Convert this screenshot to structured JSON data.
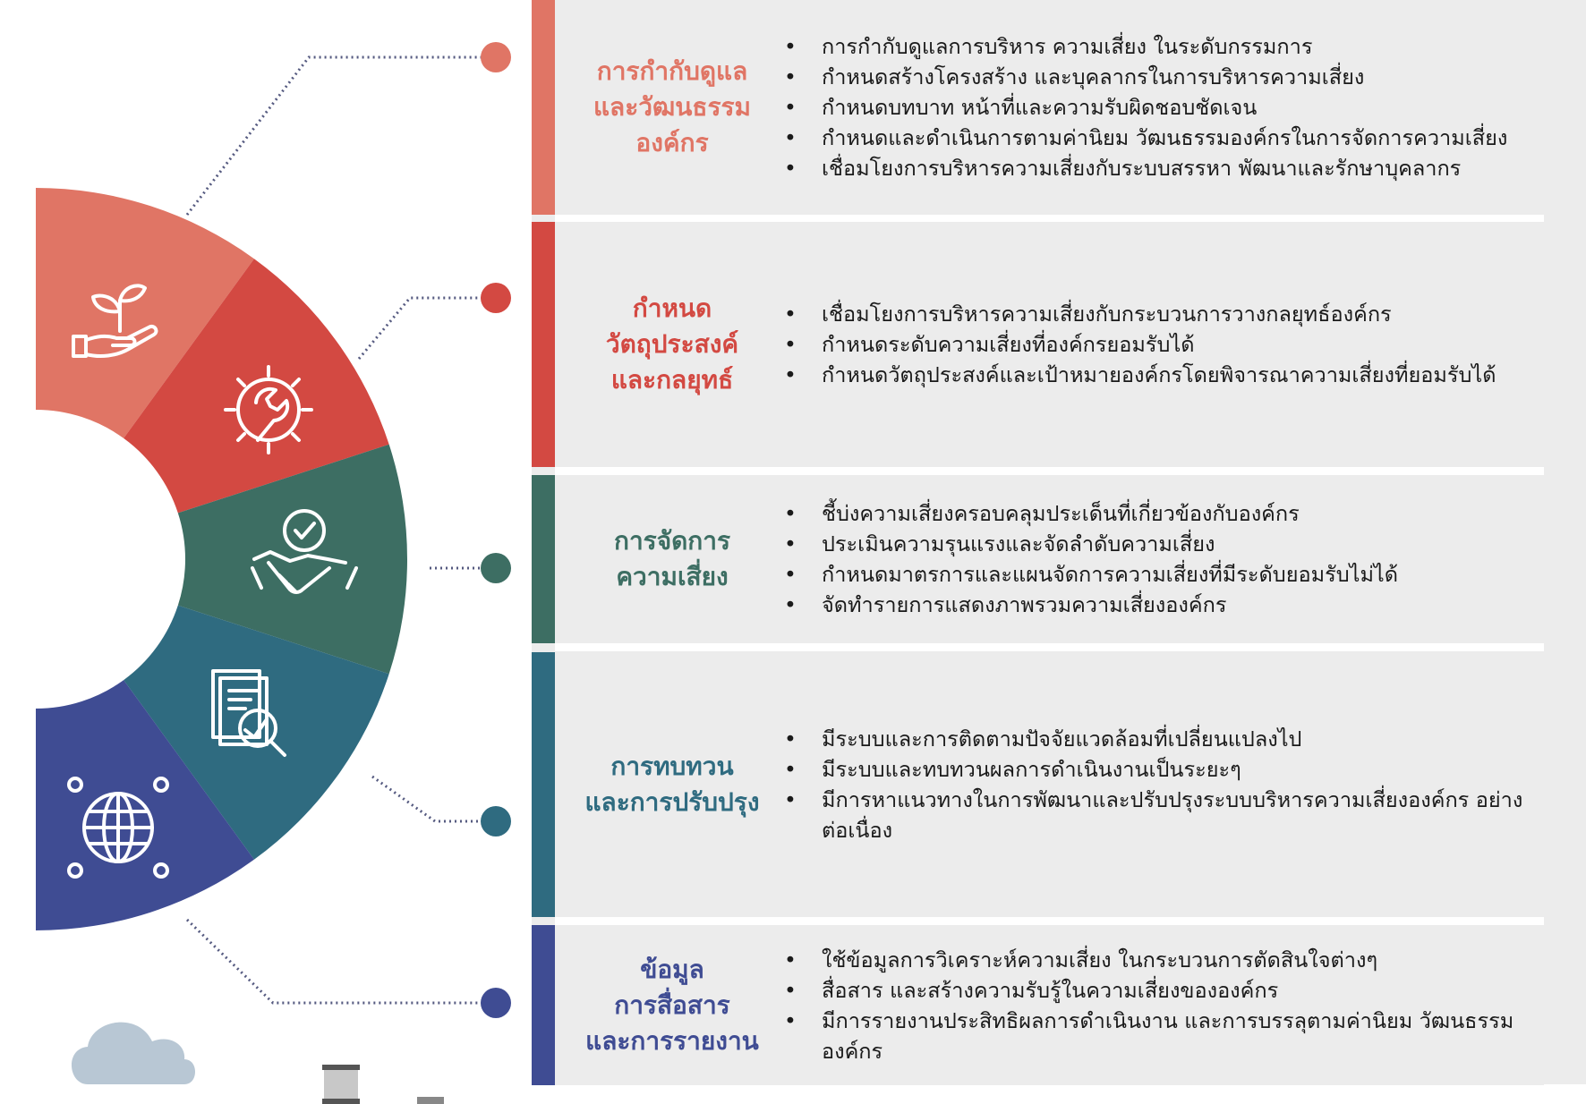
{
  "colors": {
    "governance": "#E07565",
    "objectives": "#D34942",
    "management": "#3D6E63",
    "review": "#2F6B80",
    "communication": "#3F4C93",
    "panel_bg": "#ECECEC",
    "cloud": "#B8C7D4"
  },
  "sections": [
    {
      "title": [
        "การกำกับดูแล",
        "และวัฒนธรรม",
        "องค์กร"
      ],
      "icon": "hand-plant-icon",
      "items": [
        "การกำกับดูแลการบริหาร ความเสี่ยง ในระดับกรรมการ",
        "กำหนดสร้างโครงสร้าง และบุคลากรในการบริหารความเสี่ยง",
        "กำหนดบทบาท หน้าที่และความรับผิดชอบชัดเจน",
        "กำหนดและดำเนินการตามค่านิยม วัฒนธรรมองค์กรในการจัดการความเสี่ยง",
        "เชื่อมโยงการบริหารความเสี่ยงกับระบบสรรหา พัฒนาและรักษาบุคลากร"
      ]
    },
    {
      "title": [
        "กำหนด",
        "วัตถุประสงค์",
        "และกลยุทธ์"
      ],
      "icon": "gear-wrench-icon",
      "items": [
        "เชื่อมโยงการบริหารความเสี่ยงกับกระบวนการวางกลยุทธ์องค์กร",
        "กำหนดระดับความเสี่ยงที่องค์กรยอมรับได้",
        "กำหนดวัตถุประสงค์และเป้าหมายองค์กรโดยพิจารณาความเสี่ยงที่ยอมรับได้"
      ]
    },
    {
      "title": [
        "การจัดการ",
        "ความเสี่ยง"
      ],
      "icon": "handshake-check-icon",
      "items": [
        "ชี้บ่งความเสี่ยงครอบคลุมประเด็นที่เกี่ยวข้องกับองค์กร",
        "ประเมินความรุนแรงและจัดลำดับความเสี่ยง",
        "กำหนดมาตรการและแผนจัดการความเสี่ยงที่มีระดับยอมรับไม่ได้",
        "จัดทำรายการแสดงภาพรวมความเสี่ยงองค์กร"
      ]
    },
    {
      "title": [
        "การทบทวน",
        "และการปรับปรุง"
      ],
      "icon": "document-search-icon",
      "items": [
        "มีระบบและการติดตามปัจจัยแวดล้อมที่เปลี่ยนแปลงไป",
        "มีระบบและทบทวนผลการดำเนินงานเป็นระยะๆ",
        "มีการหาแนวทางในการพัฒนาและปรับปรุงระบบบริหารความเสี่ยงองค์กร อย่างต่อเนื่อง"
      ]
    },
    {
      "title": [
        "ข้อมูล",
        "การสื่อสาร",
        "และการรายงาน"
      ],
      "icon": "globe-network-icon",
      "items": [
        "ใช้ข้อมูลการวิเคราะห์ความเสี่ยง ในกระบวนการตัดสินใจต่างๆ",
        "สื่อสาร และสร้างความรับรู้ในความเสี่ยงขององค์กร",
        "มีการรายงานประสิทธิผลการดำเนินงาน และการบรรลุตามค่านิยม วัฒนธรรมองค์กร"
      ]
    }
  ]
}
